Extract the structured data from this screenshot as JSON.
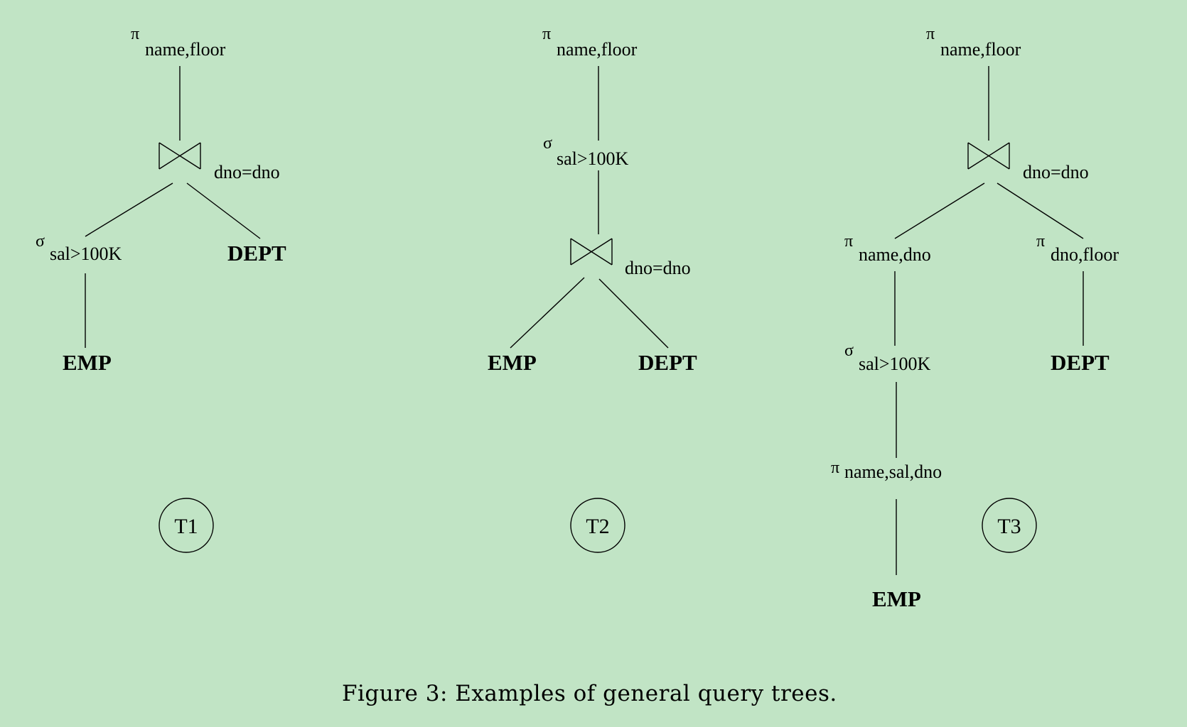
{
  "symbols": {
    "pi": "π",
    "sigma": "σ"
  },
  "trees": [
    {
      "label": "T1",
      "project_top": "name,floor",
      "join_condition": "dno=dno",
      "select": "sal>100K",
      "relation_left": "EMP",
      "relation_right": "DEPT"
    },
    {
      "label": "T2",
      "project_top": "name,floor",
      "select": "sal>100K",
      "join_condition": "dno=dno",
      "relation_left": "EMP",
      "relation_right": "DEPT"
    },
    {
      "label": "T3",
      "project_top": "name,floor",
      "join_condition": "dno=dno",
      "project_left": "name,dno",
      "project_right": "dno,floor",
      "select": "sal>100K",
      "relation_right": "DEPT",
      "project_bottom": "name,sal,dno",
      "relation_bottom": "EMP"
    }
  ],
  "caption": "Figure 3: Examples of general query trees."
}
